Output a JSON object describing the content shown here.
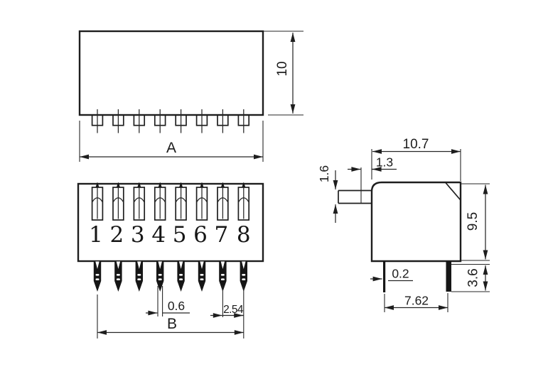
{
  "drawing": {
    "colors": {
      "line": "#1e1e1e",
      "background": "#ffffff"
    },
    "top_view": {
      "dims": {
        "height": "10",
        "width": "A"
      }
    },
    "front_view": {
      "numbers": [
        "1",
        "2",
        "3",
        "4",
        "5",
        "6",
        "7",
        "8"
      ],
      "dims": {
        "pin_width": "0.6",
        "pin_pitch": "2.54",
        "width": "B"
      }
    },
    "side_view": {
      "dims": {
        "overall_width": "10.7",
        "actuator_offset": "1.3",
        "actuator_height": "1.6",
        "body_height": "9.5",
        "pin_length": "3.6",
        "pin_thickness": "0.2",
        "pin_spacing": "7.62"
      }
    }
  }
}
